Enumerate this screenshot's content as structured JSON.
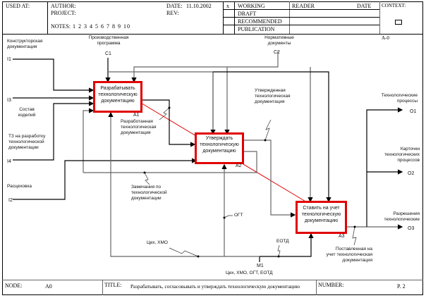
{
  "header": {
    "used_at_label": "USED AT:",
    "author_label": "AUTHOR:",
    "project_label": "PROJECT:",
    "date_label": "DATE:",
    "date_value": "11.10.2002",
    "rev_label": "REV:",
    "notes_label": "NOTES:",
    "notes_numbers": "1 2 3 4 5 6 7 8 9 10",
    "status_mark": "x",
    "status_rows": [
      "WORKING",
      "DRAFT",
      "RECOMMENDED",
      "PUBLICATION"
    ],
    "reader_label": "READER",
    "reader_date_label": "DATE",
    "context_label": "CONTEXT:",
    "context_node": "A-0"
  },
  "boxes": [
    {
      "id": "A1",
      "title": "Разрабатывать технологическую документацию"
    },
    {
      "id": "A2",
      "title": "Утверждать технологическую документацию"
    },
    {
      "id": "A3",
      "title": "Ставить на учет технологическую документацию"
    }
  ],
  "inputs": [
    {
      "code": "I1",
      "label": "Конструкторская документация"
    },
    {
      "code": "I3",
      "label": "Состав изделий"
    },
    {
      "code": "I4",
      "label": "ТЗ на разработку технологической документации"
    },
    {
      "code": "I2",
      "label": "Расцеховка"
    }
  ],
  "controls": [
    {
      "code": "C1",
      "label": "Производственная программа"
    },
    {
      "code": "C2",
      "label": "Нормативные документы"
    }
  ],
  "outputs": [
    {
      "code": "O1",
      "label": "Технологические процессы"
    },
    {
      "code": "O2",
      "label": "Карточки технологических процессов"
    },
    {
      "code": "O3",
      "label": "Разрешения технологические"
    }
  ],
  "mechanisms": [
    {
      "code": "M1",
      "label": "Цех, ХМО, ОГТ, ЕОТД"
    }
  ],
  "internal_arrows": {
    "developed_doc": "Разработанная технологическая документация",
    "approved_doc": "Утвержденная технологическая документация",
    "remarks": "Замечания по технологической документации",
    "registered_doc": "Поставленная на учет технологическая документация",
    "mech_shop": "Цех, ХМО",
    "mech_ogt": "ОГТ",
    "mech_eotd": "ЕОТД"
  },
  "footer": {
    "node_label": "NODE:",
    "node_value": "A0",
    "title_label": "TITLE:",
    "title_value": "Разрабатывать, согласовывать и утверждать технологическую документацию",
    "number_label": "NUMBER:",
    "number_value": "P. 2"
  },
  "colors": {
    "box_border": "#e00000",
    "arrow_black": "#000000",
    "arrow_gray": "#666666",
    "decomposition_line": "#e00000"
  }
}
